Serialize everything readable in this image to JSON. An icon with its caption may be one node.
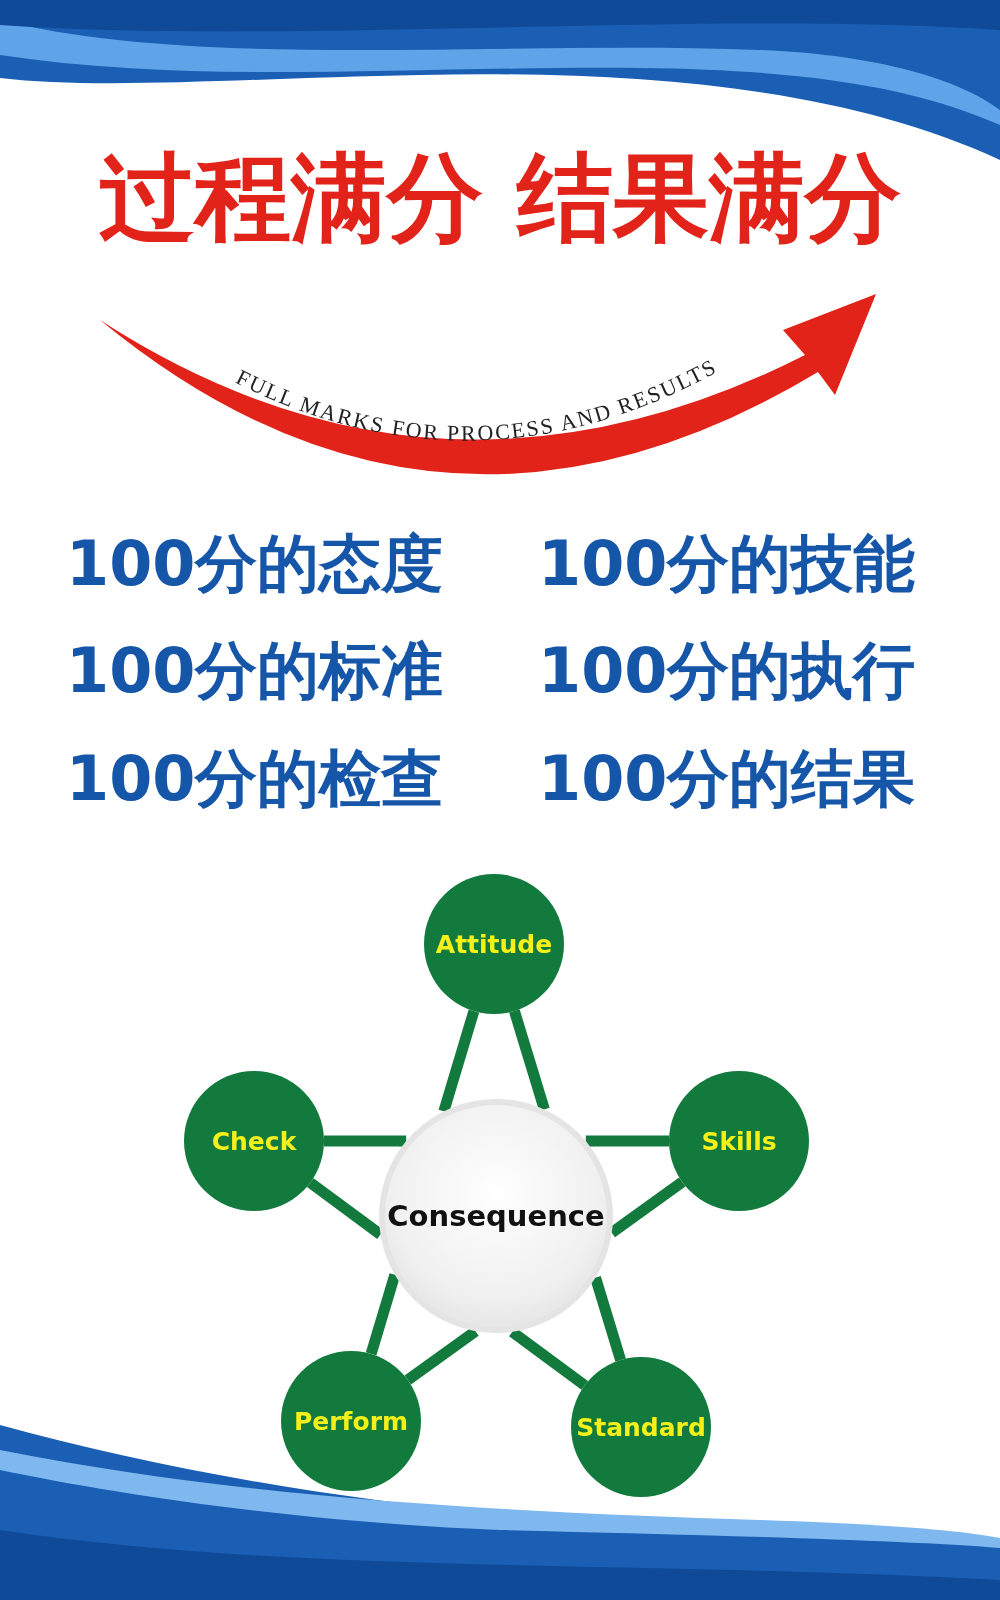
{
  "diagram": {
    "title": "过程满分 结果满分",
    "nodes": [
      {
        "text": [
          "Attitude"
        ]
      },
      {
        "text": [
          "Check"
        ]
      },
      {
        "text": [
          "Skills"
        ]
      },
      {
        "text": [
          "Consequence"
        ]
      },
      {
        "text": [
          "Perform"
        ]
      },
      {
        "text": [
          "Standard"
        ]
      }
    ],
    "edges": [
      {
        "from": 0,
        "to": 3,
        "arrow": "none"
      },
      {
        "from": 0,
        "to": 3,
        "arrow": "none"
      },
      {
        "from": 1,
        "to": 3,
        "arrow": "none"
      },
      {
        "from": 1,
        "to": 3,
        "arrow": "none"
      },
      {
        "from": 2,
        "to": 3,
        "arrow": "none"
      },
      {
        "from": 2,
        "to": 3,
        "arrow": "none"
      },
      {
        "from": 4,
        "to": 3,
        "arrow": "none"
      },
      {
        "from": 4,
        "to": 3,
        "arrow": "none"
      },
      {
        "from": 5,
        "to": 3,
        "arrow": "none"
      },
      {
        "from": 5,
        "to": 3,
        "arrow": "none"
      }
    ],
    "labels": [
      "FULL MARKS FOR PROCESS AND RESULTS",
      "100分的态度",
      "100分的技能",
      "100分的标准",
      "100分的执行",
      "100分的检查",
      "100分的结果"
    ]
  }
}
